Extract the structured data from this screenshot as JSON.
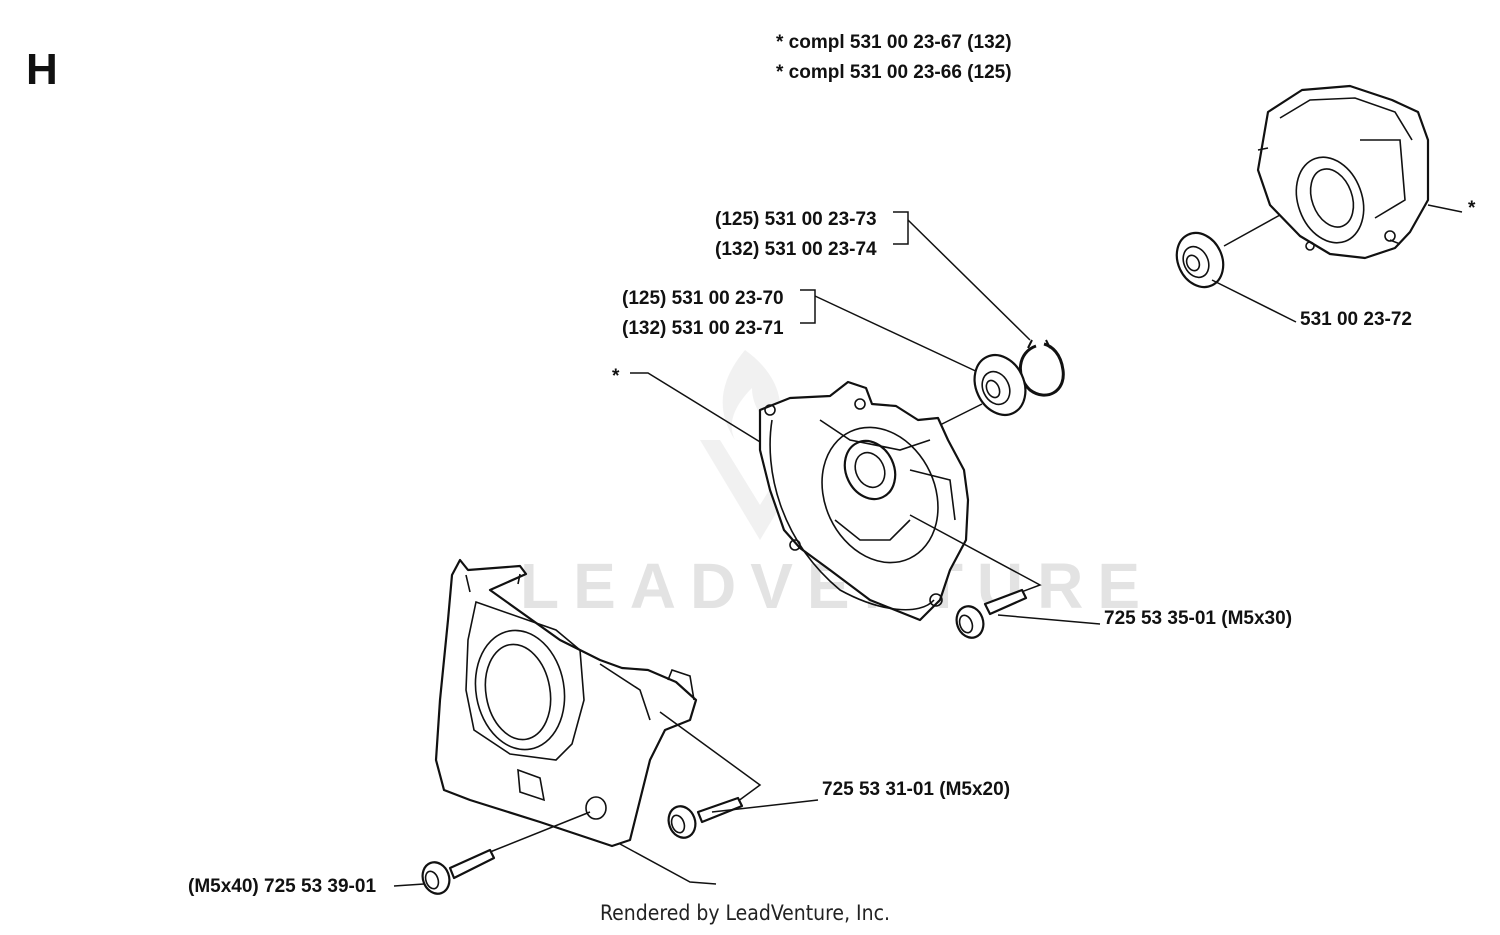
{
  "section_letter": "H",
  "header_notes": [
    "*  compl 531 00 23-67 (132)",
    "*  compl 531 00 23-66 (125)"
  ],
  "callouts": {
    "circlip_125": "(125) 531 00 23-73",
    "circlip_132": "(132) 531 00 23-74",
    "bearing_125": "(125) 531 00 23-70",
    "bearing_132": "(132) 531 00 23-71",
    "star_left": "*",
    "star_right": "*",
    "bearing_right": "531 00 23-72",
    "screw_m5x30": "725 53 35-01 (M5x30)",
    "screw_m5x20": "725 53 31-01 (M5x20)",
    "screw_m5x40": "(M5x40) 725 53 39-01"
  },
  "watermark": "LEADVENTURE",
  "footer": "Rendered by LeadVenture, Inc."
}
